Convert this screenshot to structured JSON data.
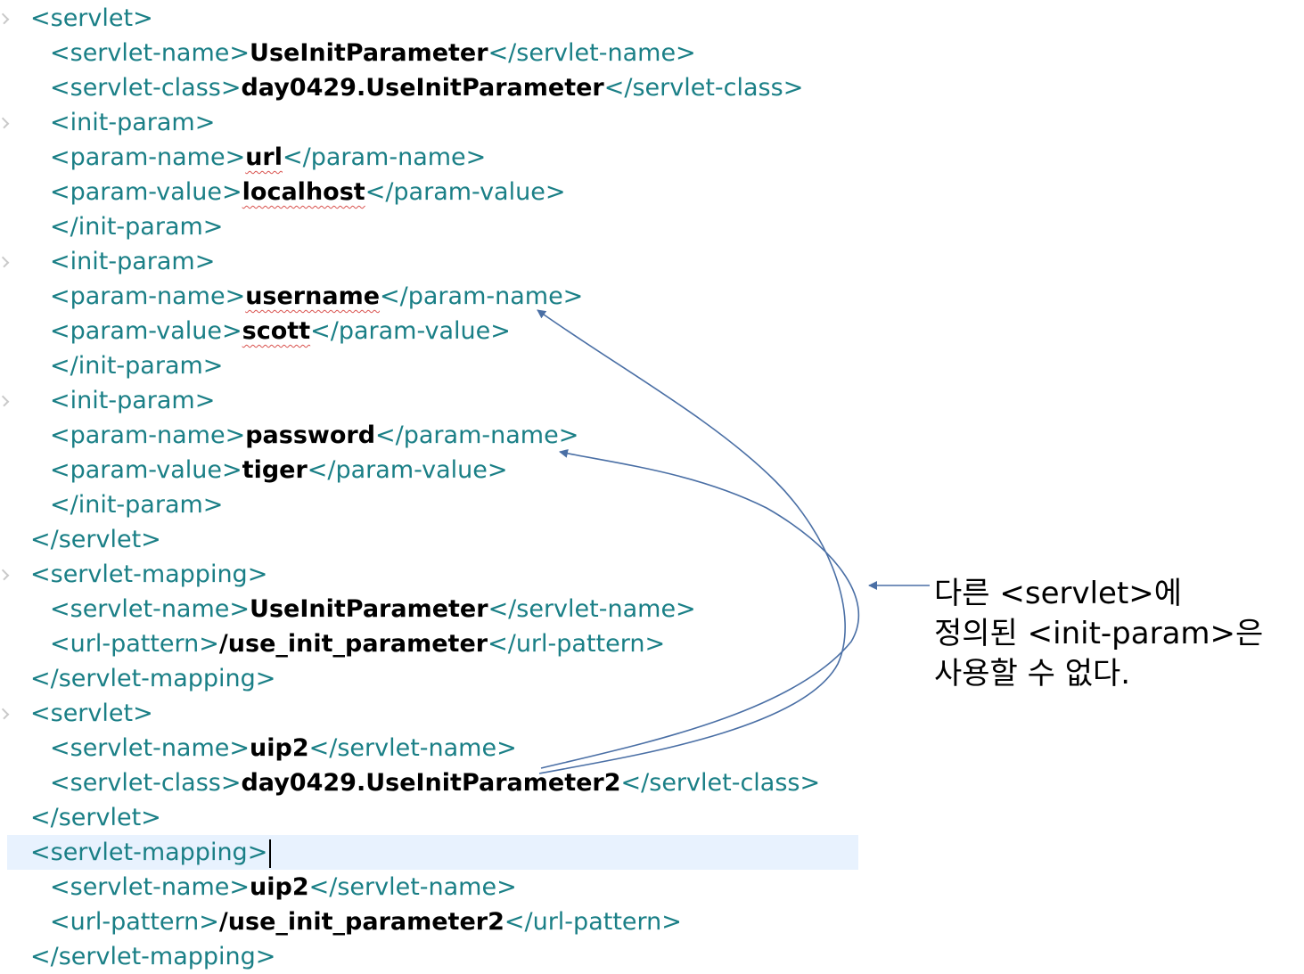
{
  "editor": {
    "lines": [
      [
        "<servlet>",
        "",
        ""
      ],
      [
        "<servlet-name>",
        "UseInitParameter",
        "</servlet-name>"
      ],
      [
        "<servlet-class>",
        "day0429.UseInitParameter",
        "</servlet-class>"
      ],
      [
        "<init-param>",
        "",
        ""
      ],
      [
        "<param-name>",
        "url",
        "</param-name>"
      ],
      [
        "<param-value>",
        "localhost",
        "</param-value>"
      ],
      [
        "</init-param>",
        "",
        ""
      ],
      [
        "<init-param>",
        "",
        ""
      ],
      [
        "<param-name>",
        "username",
        "</param-name>"
      ],
      [
        "<param-value>",
        "scott",
        "</param-value>"
      ],
      [
        "</init-param>",
        "",
        ""
      ],
      [
        "<init-param>",
        "",
        ""
      ],
      [
        "<param-name>",
        "password",
        "</param-name>"
      ],
      [
        "<param-value>",
        "tiger",
        "</param-value>"
      ],
      [
        "</init-param>",
        "",
        ""
      ],
      [
        "</servlet>",
        "",
        ""
      ],
      [
        "<servlet-mapping>",
        "",
        ""
      ],
      [
        "<servlet-name>",
        "UseInitParameter",
        "</servlet-name>"
      ],
      [
        "<url-pattern>",
        "/use_init_parameter",
        "</url-pattern>"
      ],
      [
        "</servlet-mapping>",
        "",
        ""
      ],
      [
        "<servlet>",
        "",
        ""
      ],
      [
        "<servlet-name>",
        "uip2",
        "</servlet-name>"
      ],
      [
        "<servlet-class>",
        "day0429.UseInitParameter2",
        "</servlet-class>"
      ],
      [
        "</servlet>",
        "",
        ""
      ],
      [
        "<servlet-mapping>",
        "",
        ""
      ],
      [
        "<servlet-name>",
        "uip2",
        "</servlet-name>"
      ],
      [
        "<url-pattern>",
        "/use_init_parameter2",
        "</url-pattern>"
      ],
      [
        "</servlet-mapping>",
        "",
        ""
      ]
    ]
  },
  "annotation": {
    "lines": [
      "다른 <servlet>에",
      "정의된 <init-param>은",
      "사용할 수 없다."
    ]
  },
  "colors": {
    "tag": "#1a7f86",
    "text": "#000000",
    "arrow": "#4a6fa5",
    "current_line": "#e8f2fe"
  }
}
